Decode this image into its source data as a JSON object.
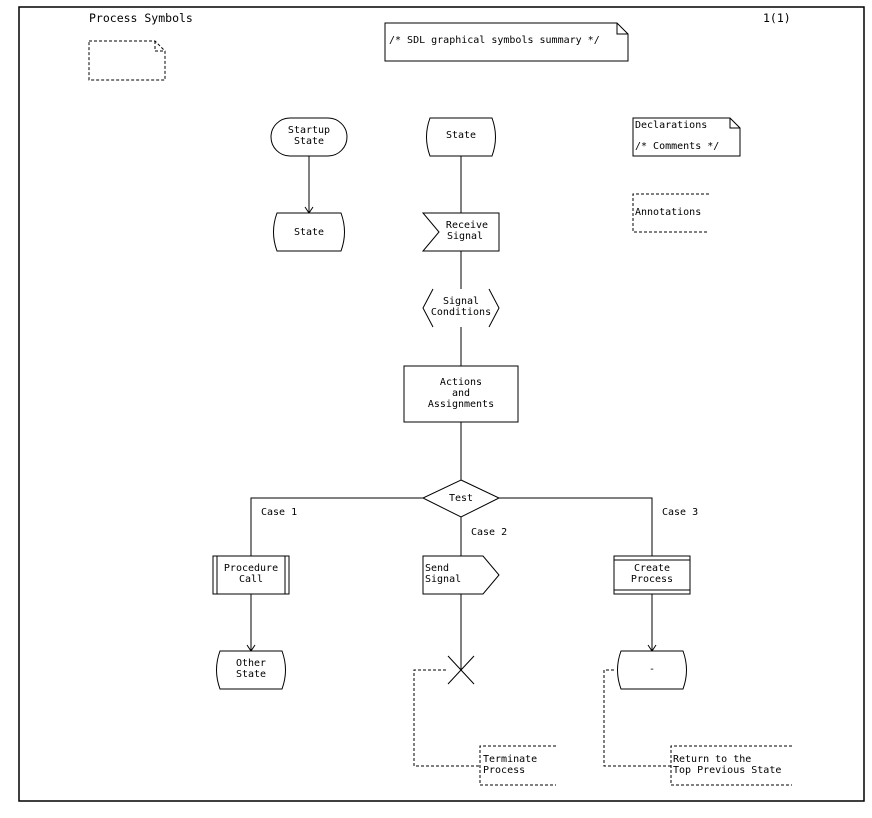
{
  "page": {
    "title": "Process Symbols",
    "page_number": "1(1)"
  },
  "header_comment": "/* SDL graphical symbols summary */",
  "text_symbol": {
    "line1": "Declarations",
    "line2": "/* Comments */"
  },
  "annotation_label": "Annotations",
  "start": {
    "line1": "Startup",
    "line2": "State"
  },
  "start_next_state": "State",
  "state_top": "State",
  "receive_signal": {
    "line1": "Receive",
    "line2": "Signal"
  },
  "signal_conditions": {
    "line1": "Signal",
    "line2": "Conditions"
  },
  "actions": {
    "line1": "Actions",
    "line2": "and",
    "line3": "Assignments"
  },
  "decision": "Test",
  "cases": {
    "case1": "Case 1",
    "case2": "Case 2",
    "case3": "Case 3"
  },
  "procedure_call": {
    "line1": "Procedure",
    "line2": "Call"
  },
  "send_signal": {
    "line1": "Send",
    "line2": "Signal"
  },
  "create_process": {
    "line1": "Create",
    "line2": "Process"
  },
  "other_state": {
    "line1": "Other",
    "line2": "State"
  },
  "dash_state": "-",
  "terminate_note": {
    "line1": "Terminate",
    "line2": "Process"
  },
  "return_note": {
    "line1": "Return to the",
    "line2": "Top Previous State"
  }
}
